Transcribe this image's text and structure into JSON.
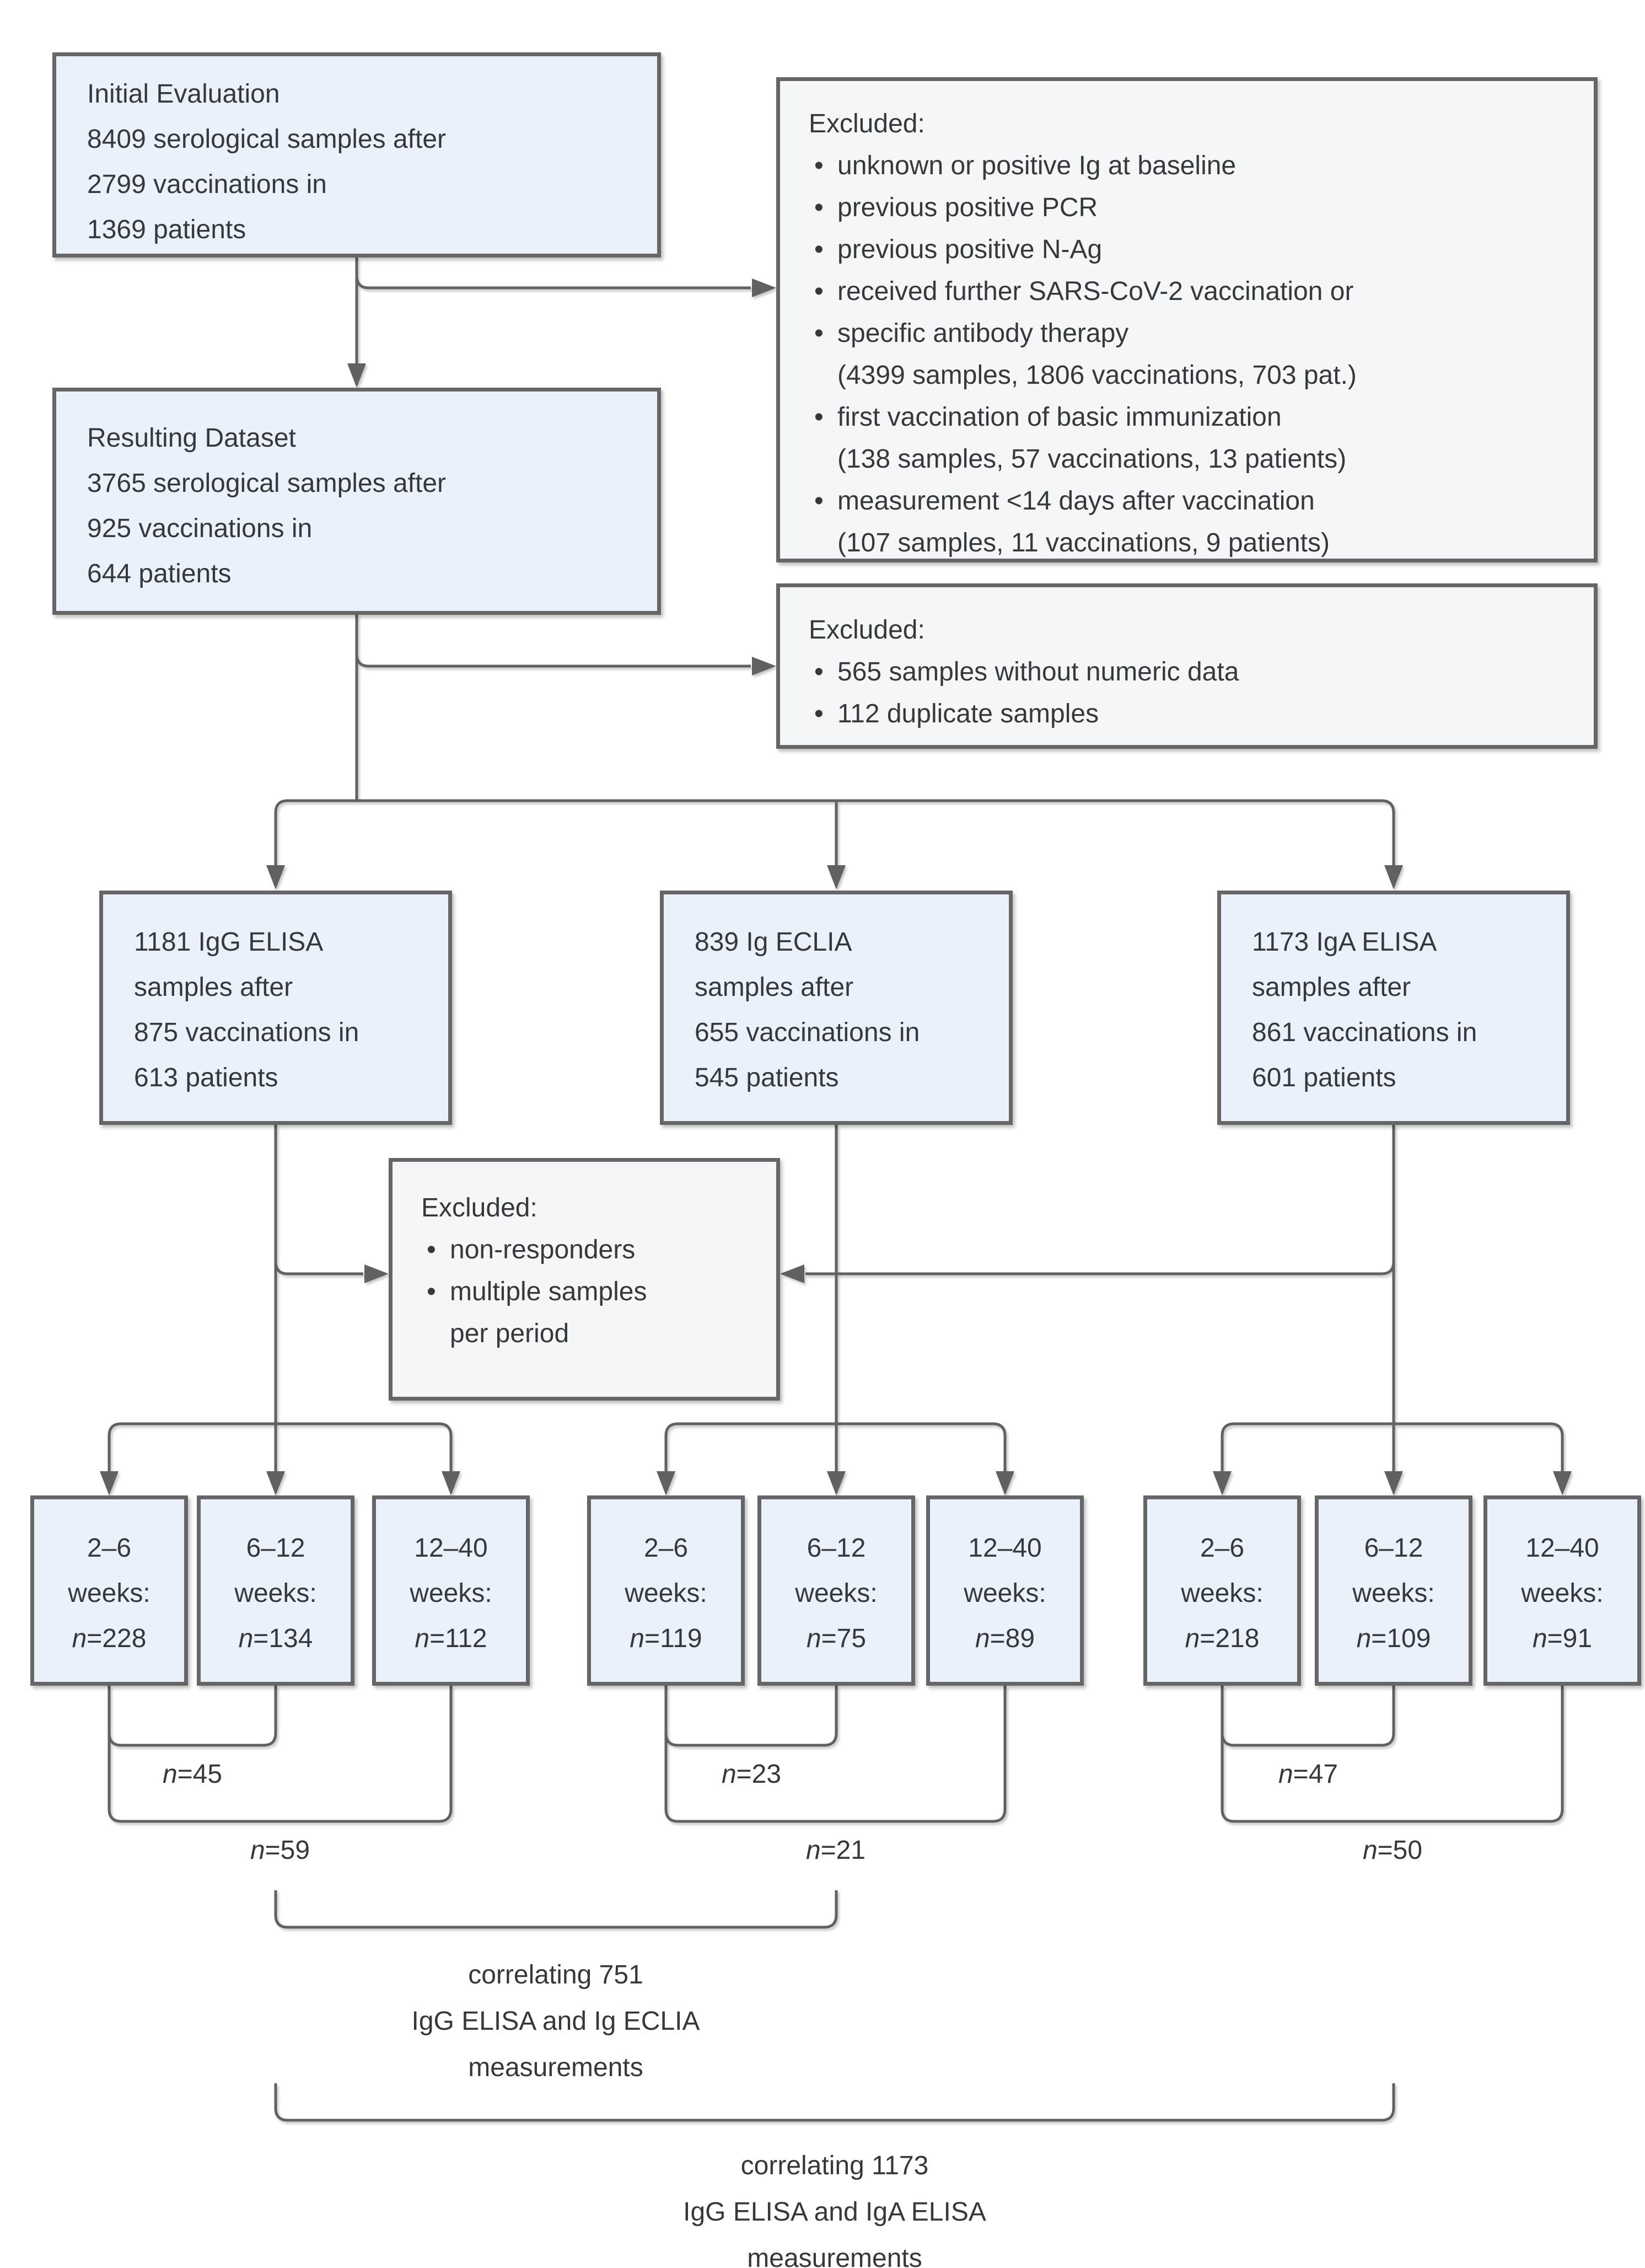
{
  "colors": {
    "box_fill_blue": "#ebf1fa",
    "box_fill_gray": "#f5f6f7",
    "box_border": "#666666",
    "line": "#616161",
    "text": "#36393c"
  },
  "boxes": {
    "initial": {
      "lines": [
        "Initial Evaluation",
        "8409 serological samples after",
        "2799 vaccinations in",
        "1369 patients"
      ]
    },
    "resulting": {
      "lines": [
        "Resulting Dataset",
        "3765 serological samples after",
        "925 vaccinations in",
        "644 patients"
      ]
    },
    "excluded_baseline": {
      "title": "Excluded:",
      "items": [
        {
          "text": "unknown or positive Ig at baseline"
        },
        {
          "text": "previous positive PCR"
        },
        {
          "text": "previous positive N-Ag"
        },
        {
          "text": "received further SARS-CoV-2 vaccination or"
        },
        {
          "text": "specific antibody therapy",
          "note": "(4399 samples, 1806 vaccinations, 703 pat.)"
        },
        {
          "text": "first vaccination of basic immunization",
          "note": "(138 samples, 57 vaccinations, 13 patients)"
        },
        {
          "text": "measurement <14 days after vaccination",
          "note": "(107 samples, 11 vaccinations, 9 patients)"
        }
      ]
    },
    "excluded_numeric": {
      "title": "Excluded:",
      "items": [
        {
          "text": "565 samples without numeric data"
        },
        {
          "text": "112 duplicate samples"
        }
      ]
    },
    "excluded_period": {
      "title": "Excluded:",
      "items": [
        {
          "text": "non-responders"
        },
        {
          "text": "multiple samples",
          "cont": "per period"
        }
      ]
    }
  },
  "assays": [
    {
      "lines": [
        "1181 IgG ELISA",
        "samples after",
        "875 vaccinations in",
        "613 patients"
      ],
      "periods": [
        {
          "lines": [
            "2–6",
            "weeks:",
            "n=228"
          ]
        },
        {
          "lines": [
            "6–12",
            "weeks:",
            "n=134"
          ]
        },
        {
          "lines": [
            "12–40",
            "weeks:",
            "n=112"
          ]
        }
      ],
      "pair_inner": "n=45",
      "pair_outer": "n=59"
    },
    {
      "lines": [
        "839 Ig ECLIA",
        "samples after",
        "655 vaccinations in",
        "545 patients"
      ],
      "periods": [
        {
          "lines": [
            "2–6",
            "weeks:",
            "n=119"
          ]
        },
        {
          "lines": [
            "6–12",
            "weeks:",
            "n=75"
          ]
        },
        {
          "lines": [
            "12–40",
            "weeks:",
            "n=89"
          ]
        }
      ],
      "pair_inner": "n=23",
      "pair_outer": "n=21"
    },
    {
      "lines": [
        "1173 IgA ELISA",
        "samples after",
        "861 vaccinations in",
        "601 patients"
      ],
      "periods": [
        {
          "lines": [
            "2–6",
            "weeks:",
            "n=218"
          ]
        },
        {
          "lines": [
            "6–12",
            "weeks:",
            "n=109"
          ]
        },
        {
          "lines": [
            "12–40",
            "weeks:",
            "n=91"
          ]
        }
      ],
      "pair_inner": "n=47",
      "pair_outer": "n=50"
    }
  ],
  "correlations": [
    {
      "lines": [
        "correlating 751",
        "IgG ELISA and Ig ECLIA",
        "measurements"
      ]
    },
    {
      "lines": [
        "correlating 1173",
        "IgG ELISA and IgA ELISA",
        "measurements"
      ]
    }
  ]
}
